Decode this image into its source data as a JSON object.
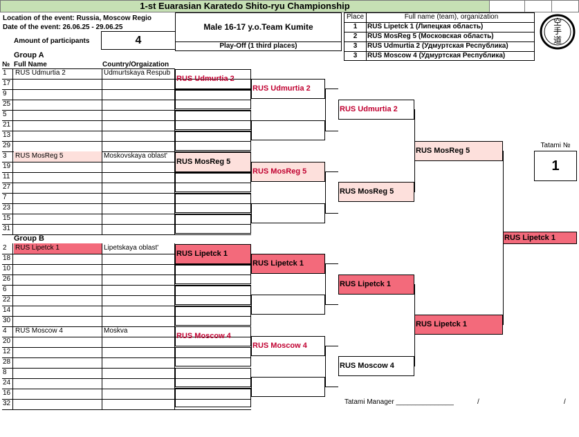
{
  "title": "1-st Euarasian Karatedo Shito-ryu Championship",
  "event": {
    "location_label": "Location of the event: Russia, Moscow Regio",
    "date_label": "Date of the event: 26.06.25 - 29.06.25",
    "participants_label": "Amount of participants",
    "participants_value": "4",
    "category": "Male 16-17 y.o.Team Kumite",
    "playoff": "Play-Off (1 third places)"
  },
  "results": {
    "header_place": "Place",
    "header_name": "Full name (team), organization",
    "rows": [
      {
        "place": "1",
        "name": "RUS Lipetck 1  (Липецкая область)"
      },
      {
        "place": "2",
        "name": "RUS MosReg 5  (Московская область)"
      },
      {
        "place": "3",
        "name": "RUS Udmurtia 2  (Удмуртская Республика)"
      },
      {
        "place": "3",
        "name": "RUS Moscow 4  (Удмуртская Республика)"
      }
    ]
  },
  "logo_glyphs": "空手道",
  "tatami": {
    "label": "Tatami №",
    "value": "1"
  },
  "groups": {
    "a_label": "Group A",
    "b_label": "Group B",
    "hdr_no": "№",
    "hdr_name": "Full Name",
    "hdr_country": "Country/Orgaization"
  },
  "roster": [
    {
      "n": "1",
      "name": "RUS Udmurtia 2",
      "country": "Udmurtskaya Respub"
    },
    {
      "n": "17",
      "name": "",
      "country": ""
    },
    {
      "n": "9",
      "name": "",
      "country": ""
    },
    {
      "n": "25",
      "name": "",
      "country": ""
    },
    {
      "n": "5",
      "name": "",
      "country": ""
    },
    {
      "n": "21",
      "name": "",
      "country": ""
    },
    {
      "n": "13",
      "name": "",
      "country": ""
    },
    {
      "n": "29",
      "name": "",
      "country": ""
    },
    {
      "n": "3",
      "name": "RUS MosReg 5",
      "country": "Moskovskaya oblast'"
    },
    {
      "n": "19",
      "name": "",
      "country": ""
    },
    {
      "n": "11",
      "name": "",
      "country": ""
    },
    {
      "n": "27",
      "name": "",
      "country": ""
    },
    {
      "n": "7",
      "name": "",
      "country": ""
    },
    {
      "n": "23",
      "name": "",
      "country": ""
    },
    {
      "n": "15",
      "name": "",
      "country": ""
    },
    {
      "n": "31",
      "name": "",
      "country": ""
    },
    {
      "n": "2",
      "name": "RUS Lipetck 1",
      "country": "Lipetskaya oblast'"
    },
    {
      "n": "18",
      "name": "",
      "country": ""
    },
    {
      "n": "10",
      "name": "",
      "country": ""
    },
    {
      "n": "26",
      "name": "",
      "country": ""
    },
    {
      "n": "6",
      "name": "",
      "country": ""
    },
    {
      "n": "22",
      "name": "",
      "country": ""
    },
    {
      "n": "14",
      "name": "",
      "country": ""
    },
    {
      "n": "30",
      "name": "",
      "country": ""
    },
    {
      "n": "4",
      "name": "RUS Moscow 4",
      "country": "Moskva"
    },
    {
      "n": "20",
      "name": "",
      "country": ""
    },
    {
      "n": "12",
      "name": "",
      "country": ""
    },
    {
      "n": "28",
      "name": "",
      "country": ""
    },
    {
      "n": "8",
      "name": "",
      "country": ""
    },
    {
      "n": "24",
      "name": "",
      "country": ""
    },
    {
      "n": "16",
      "name": "",
      "country": ""
    },
    {
      "n": "32",
      "name": "",
      "country": ""
    }
  ],
  "bracket": {
    "r1_udmurtia": "RUS Udmurtia 2",
    "r1_mosreg": "RUS MosReg 5",
    "r1_lipetck": "RUS Lipetck 1",
    "r1_moscow": "RUS Moscow 4",
    "r2_udmurtia": "RUS Udmurtia 2",
    "r2_mosreg": "RUS MosReg 5",
    "r2_lipetck": "RUS Lipetck 1",
    "r2_moscow": "RUS Moscow 4",
    "r3_udmurtia": "RUS Udmurtia 2",
    "r3_mosreg": "RUS MosReg 5",
    "r3_lipetck": "RUS Lipetck 1",
    "r3_moscow": "RUS Moscow 4",
    "semi_top": "RUS MosReg 5",
    "semi_bottom": "RUS Lipetck 1",
    "final": "RUS Lipetck 1"
  },
  "footer": {
    "manager": "Tatami Manager _______________",
    "slash1": "/",
    "slash2": "/"
  },
  "colors": {
    "title_bg": "#c6e0b4",
    "winner_red": "#c00030",
    "light_pink": "#fde0dc",
    "hot_pink": "#f36a7b"
  }
}
